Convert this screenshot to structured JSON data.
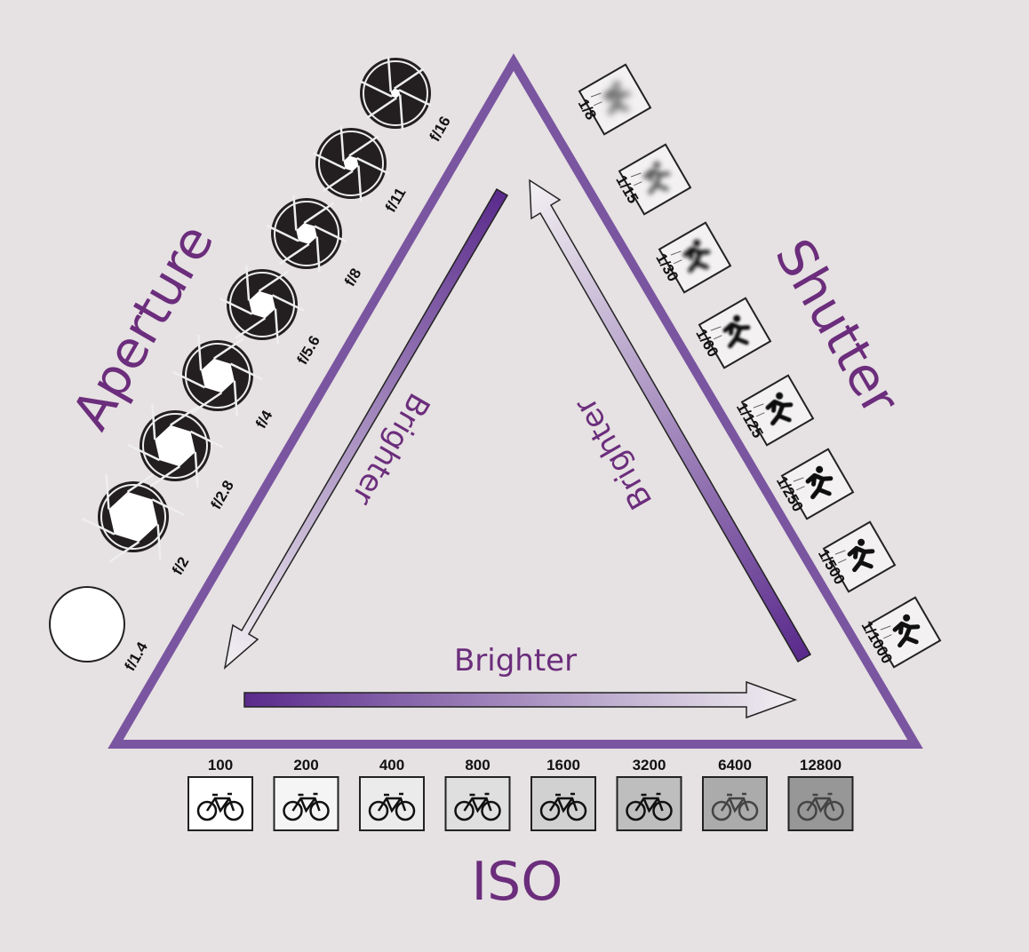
{
  "titles": {
    "aperture": "Aperture",
    "shutter": "Shutter",
    "iso": "ISO"
  },
  "arrows": {
    "aperture": "Brighter",
    "shutter": "Brighter",
    "iso": "Brighter"
  },
  "aperture": [
    {
      "label": "f/1.4",
      "opening": 1.0
    },
    {
      "label": "f/2",
      "opening": 0.85
    },
    {
      "label": "f/2.8",
      "opening": 0.7
    },
    {
      "label": "f/4",
      "opening": 0.58
    },
    {
      "label": "f/5.6",
      "opening": 0.46
    },
    {
      "label": "f/8",
      "opening": 0.36
    },
    {
      "label": "f/11",
      "opening": 0.26
    },
    {
      "label": "f/16",
      "opening": 0.16
    }
  ],
  "shutter": [
    {
      "label": "1/8",
      "blur": 4
    },
    {
      "label": "1/15",
      "blur": 3
    },
    {
      "label": "1/30",
      "blur": 2
    },
    {
      "label": "1/60",
      "blur": 1.2
    },
    {
      "label": "1/125",
      "blur": 0.6
    },
    {
      "label": "1/250",
      "blur": 0.3
    },
    {
      "label": "1/500",
      "blur": 0
    },
    {
      "label": "1/1000",
      "blur": 0
    }
  ],
  "iso": [
    {
      "label": "100",
      "shade": "#ffffff"
    },
    {
      "label": "200",
      "shade": "#f6f5f5"
    },
    {
      "label": "400",
      "shade": "#ecebeb"
    },
    {
      "label": "800",
      "shade": "#e0dfdf"
    },
    {
      "label": "1600",
      "shade": "#d2d1d1"
    },
    {
      "label": "3200",
      "shade": "#bfbebe"
    },
    {
      "label": "6400",
      "shade": "#acabab"
    },
    {
      "label": "12800",
      "shade": "#989797"
    }
  ],
  "colors": {
    "background": "#e6e1e2",
    "triangle": "#7a55a0",
    "text": "#6b2d7c",
    "arrow": "#5e2d8c"
  }
}
